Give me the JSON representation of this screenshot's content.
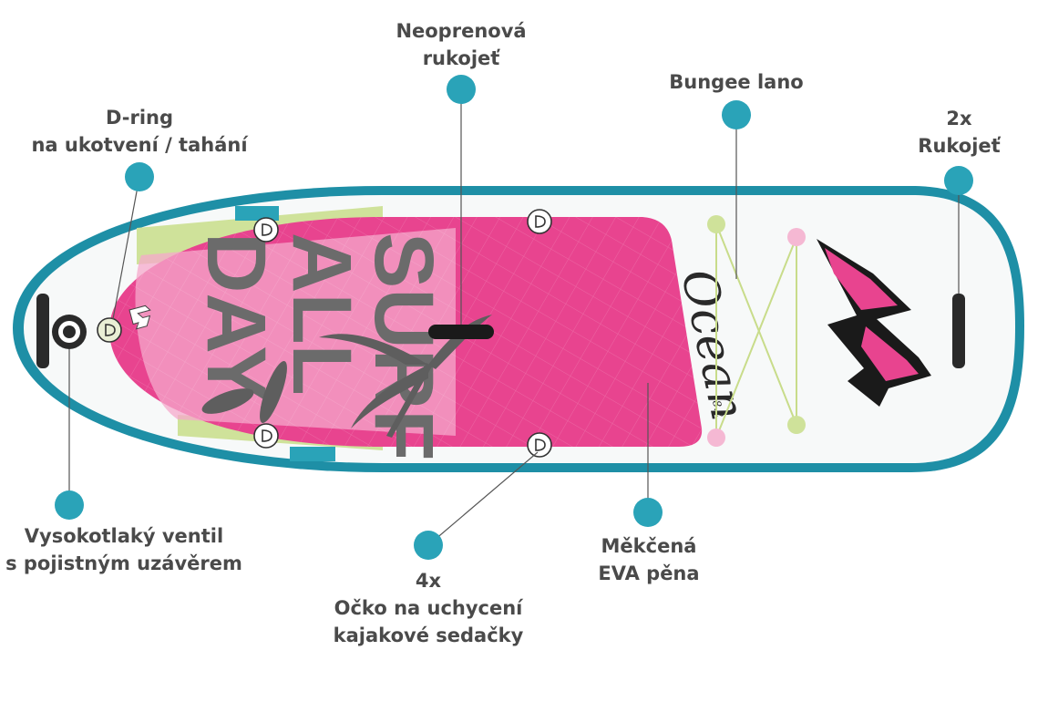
{
  "colors": {
    "accent_teal": "#2aa3b8",
    "rim_teal": "#1e8fa6",
    "deck_pink": "#e8448f",
    "light_pink": "#f5a8cb",
    "lime": "#cfe29a",
    "label_gray": "#4a4a4a",
    "graphic_gray": "#6b6b6b"
  },
  "callouts": {
    "neoprene_handle": {
      "line1": "Neoprenová",
      "line2": "rukojeť"
    },
    "bungee": {
      "line1": "Bungee lano"
    },
    "d_ring": {
      "line1": "D-ring",
      "line2": "na ukotvení / tahání"
    },
    "handles": {
      "line1": "2x",
      "line2": "Rukojeť"
    },
    "valve": {
      "line1": "Vysokotlaký ventil",
      "line2": "s pojistným uzávěrem"
    },
    "kayak_rings": {
      "line1": "4x",
      "line2": "Očko na uchycení",
      "line3": "kajakové sedačky"
    },
    "eva_foam": {
      "line1": "Měkčená",
      "line2": "EVA pěna"
    }
  },
  "board": {
    "graphic_text_1": "SURF",
    "graphic_text_2": "ALL",
    "graphic_text_3": "DAY",
    "model_name": "Ocean",
    "model_size": "8.2",
    "brand_logo": "F2 logo"
  },
  "icons": {
    "callout_marker": "teal-dot",
    "d_ring_icon": "d-ring",
    "valve_icon": "valve",
    "handle_icon": "handle"
  }
}
